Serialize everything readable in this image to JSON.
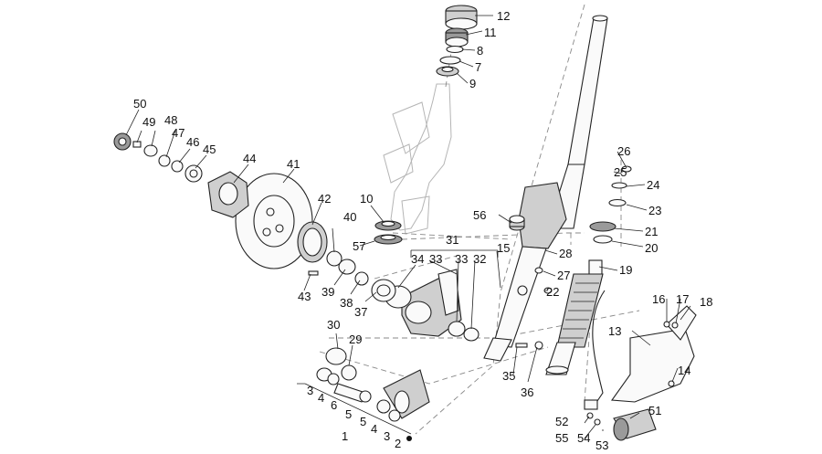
{
  "callouts": [
    {
      "id": "c1",
      "label": "1"
    },
    {
      "id": "c2",
      "label": "2"
    },
    {
      "id": "c3a",
      "label": "3"
    },
    {
      "id": "c3b",
      "label": "3"
    },
    {
      "id": "c4a",
      "label": "4"
    },
    {
      "id": "c4b",
      "label": "4"
    },
    {
      "id": "c5a",
      "label": "5"
    },
    {
      "id": "c5b",
      "label": "5"
    },
    {
      "id": "c6",
      "label": "6"
    },
    {
      "id": "c7",
      "label": "7"
    },
    {
      "id": "c8",
      "label": "8"
    },
    {
      "id": "c9",
      "label": "9"
    },
    {
      "id": "c10",
      "label": "10"
    },
    {
      "id": "c11",
      "label": "11"
    },
    {
      "id": "c12",
      "label": "12"
    },
    {
      "id": "c13",
      "label": "13"
    },
    {
      "id": "c14",
      "label": "14"
    },
    {
      "id": "c15",
      "label": "15"
    },
    {
      "id": "c16",
      "label": "16"
    },
    {
      "id": "c17",
      "label": "17"
    },
    {
      "id": "c18",
      "label": "18"
    },
    {
      "id": "c19",
      "label": "19"
    },
    {
      "id": "c20",
      "label": "20"
    },
    {
      "id": "c21",
      "label": "21"
    },
    {
      "id": "c22",
      "label": "22"
    },
    {
      "id": "c23",
      "label": "23"
    },
    {
      "id": "c24",
      "label": "24"
    },
    {
      "id": "c25",
      "label": "25"
    },
    {
      "id": "c26",
      "label": "26"
    },
    {
      "id": "c27",
      "label": "27"
    },
    {
      "id": "c28",
      "label": "28"
    },
    {
      "id": "c29",
      "label": "29"
    },
    {
      "id": "c30",
      "label": "30"
    },
    {
      "id": "c31",
      "label": "31"
    },
    {
      "id": "c32",
      "label": "32"
    },
    {
      "id": "c33a",
      "label": "33"
    },
    {
      "id": "c33b",
      "label": "33"
    },
    {
      "id": "c34",
      "label": "34"
    },
    {
      "id": "c35",
      "label": "35"
    },
    {
      "id": "c36",
      "label": "36"
    },
    {
      "id": "c37",
      "label": "37"
    },
    {
      "id": "c38",
      "label": "38"
    },
    {
      "id": "c39",
      "label": "39"
    },
    {
      "id": "c40",
      "label": "40"
    },
    {
      "id": "c41",
      "label": "41"
    },
    {
      "id": "c42",
      "label": "42"
    },
    {
      "id": "c43",
      "label": "43"
    },
    {
      "id": "c44",
      "label": "44"
    },
    {
      "id": "c45",
      "label": "45"
    },
    {
      "id": "c46",
      "label": "46"
    },
    {
      "id": "c47",
      "label": "47"
    },
    {
      "id": "c48",
      "label": "48"
    },
    {
      "id": "c49",
      "label": "49"
    },
    {
      "id": "c50",
      "label": "50"
    },
    {
      "id": "c51",
      "label": "51"
    },
    {
      "id": "c52",
      "label": "52"
    },
    {
      "id": "c53",
      "label": "53"
    },
    {
      "id": "c54",
      "label": "54"
    },
    {
      "id": "c55",
      "label": "55"
    },
    {
      "id": "c56",
      "label": "56"
    },
    {
      "id": "c57",
      "label": "57"
    }
  ]
}
